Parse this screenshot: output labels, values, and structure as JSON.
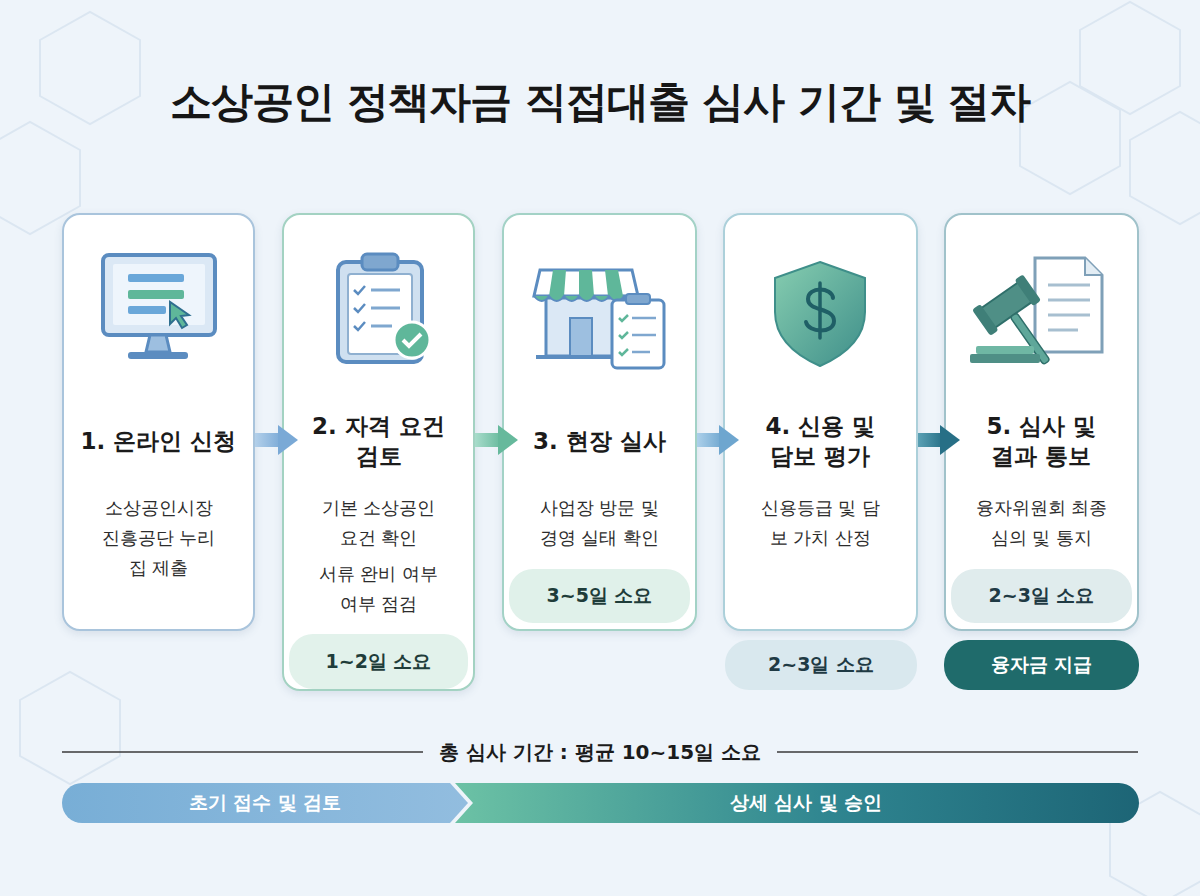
{
  "diagram": {
    "title": "소상공인 정책자금 직접대출 심사 기간 및 절차",
    "nodes": [
      {
        "text": [
          "1. 온라인 신청",
          "소상공인시장 진흥공단 누리집 제출"
        ]
      },
      {
        "text": [
          "2. 자격 요건 검토",
          "기본 소상공인 요건 확인",
          "서류 완비 여부 여부 점검"
        ]
      },
      {
        "text": [
          "1~2일 소요"
        ],
        "in": 1
      },
      {
        "text": [
          "3. 현장 실사",
          "사업장 방문 및 경영 실태 확인"
        ]
      },
      {
        "text": [
          "3~5일 소요"
        ],
        "in": 3
      },
      {
        "text": [
          "4. 신용 및 담보 평가",
          "신용등급 및 담보 가치 산정"
        ]
      },
      {
        "text": [
          "2~3일 소요"
        ]
      },
      {
        "text": [
          "5. 심사 및 결과 통보",
          "융자위원회 최종 심의 및 통지"
        ]
      },
      {
        "text": [
          "2~3일 소요"
        ],
        "in": 7
      },
      {
        "text": [
          "융자금 지급"
        ]
      },
      {
        "text": [
          "초기 접수 및 검토"
        ]
      },
      {
        "text": [
          "상세 심사 및 승인"
        ]
      }
    ],
    "edges": [
      {
        "from": 0,
        "to": 1,
        "arrow": "to"
      },
      {
        "from": 1,
        "to": 3,
        "arrow": "to"
      },
      {
        "from": 3,
        "to": 5,
        "arrow": "to"
      },
      {
        "from": 5,
        "to": 7,
        "arrow": "to"
      }
    ],
    "labels": [
      "총 심사 기간 : 평균 10~15일 소요"
    ]
  }
}
